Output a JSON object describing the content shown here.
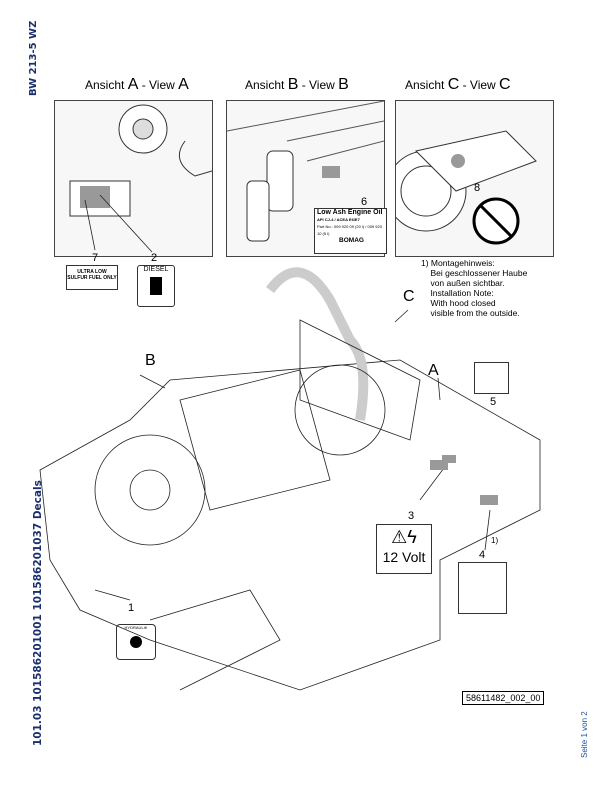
{
  "header": {
    "model": "BW 213-5 WZ",
    "doc_id": "101.03 101586201001 101586201037 Decals"
  },
  "views": [
    {
      "prefix": "Ansicht ",
      "letter": "A",
      "sep": " - View ",
      "letter2": "A"
    },
    {
      "prefix": "Ansicht ",
      "letter": "B",
      "sep": " - View ",
      "letter2": "B"
    },
    {
      "prefix": "Ansicht ",
      "letter": "C",
      "sep": " - View ",
      "letter2": "C"
    }
  ],
  "labels": {
    "n1": "1",
    "n2": "2",
    "n3": "3",
    "n4": "4",
    "n5": "5",
    "n6": "6",
    "n7": "7",
    "n8": "8",
    "foot1": "1)"
  },
  "decals": {
    "ulsd": "ULTRA LOW SULFUR FUEL ONLY",
    "diesel": "DIESEL",
    "oil_title": "Low Ash Engine Oil",
    "oil_spec": "API CJ-4 / ACEA E6/E7",
    "oil_part": "Part No.: 009 920 09 (20 l) / 009 920 10 (5 l)",
    "oil_brand": "BOMAG",
    "hydraulik": "HYDRAULIK",
    "volt": "12 Volt"
  },
  "arrows": {
    "a": "A",
    "b": "B",
    "c": "C"
  },
  "note": "1) Montagehinweis:\n    Bei geschlossener Haube\n    von außen sichtbar.\n    Installation Note:\n    With hood closed\n    visible from the outside.",
  "drawing_number": "58611482_002_00",
  "footer": {
    "page": "Seite 1 von 2"
  }
}
